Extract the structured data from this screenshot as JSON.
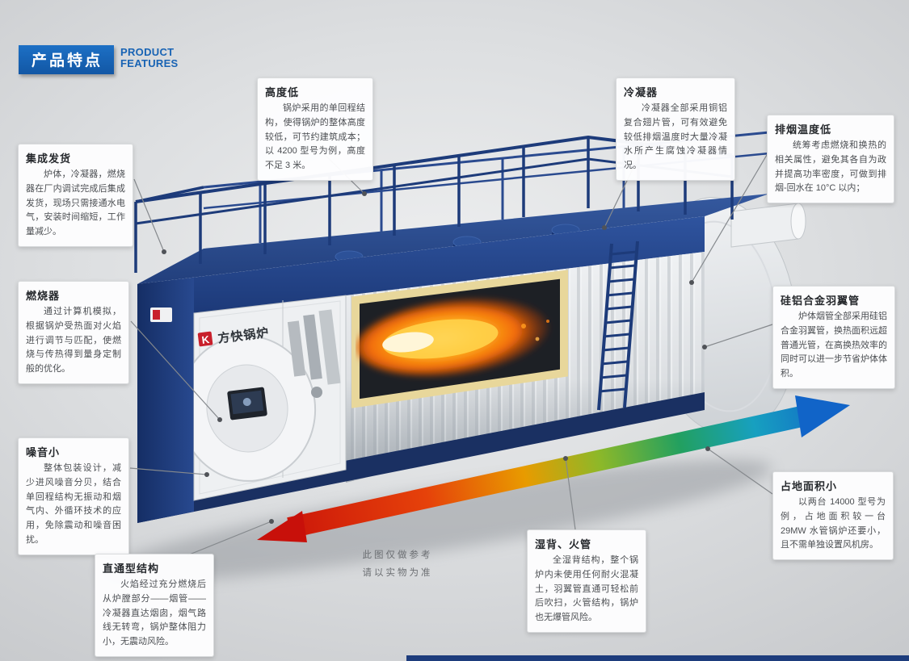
{
  "header": {
    "title_cn": "产品特点",
    "title_en_line1": "PRODUCT",
    "title_en_line2": "FEATURES"
  },
  "callouts": [
    {
      "id": "height-low",
      "title": "高度低",
      "body": "锅炉采用的单回程结构，使得锅炉的整体高度较低，可节约建筑成本；以 4200 型号为例，高度不足 3 米。"
    },
    {
      "id": "condenser",
      "title": "冷凝器",
      "body": "冷凝器全部采用铜铝复合翅片管，可有效避免较低排烟温度时大量冷凝水所产生腐蚀冷凝器情况。"
    },
    {
      "id": "exhaust-temp-low",
      "title": "排烟温度低",
      "body": "统筹考虑燃烧和换热的相关属性，避免其各自为政并提高功率密度，可做到排烟-回水在 10°C 以内；"
    },
    {
      "id": "integrated-delivery",
      "title": "集成发货",
      "body": "炉体，冷凝器，燃烧器在厂内调试完成后集成发货，现场只需接通水电气，安装时间缩短，工作量减少。"
    },
    {
      "id": "burner",
      "title": "燃烧器",
      "body": "通过计算机模拟，根据锅炉受热面对火焰进行调节与匹配，使燃烧与传热得到量身定制般的优化。"
    },
    {
      "id": "finned-tube",
      "title": "硅铝合金羽翼管",
      "body": "炉体烟管全部采用硅铝合金羽翼管，换热面积远超普通光管，在高换热效率的同时可以进一步节省炉体体积。"
    },
    {
      "id": "low-noise",
      "title": "噪音小",
      "body": "整体包装设计，减少进风噪音分贝，结合单回程结构无振动和烟气内、外循环技术的应用，免除震动和噪音困扰。"
    },
    {
      "id": "small-footprint",
      "title": "占地面积小",
      "body": "以两台 14000 型号为例，占地面积较一台 29MW 水管锅炉还要小，且不需单独设置风机房。"
    },
    {
      "id": "straight-structure",
      "title": "直通型结构",
      "body": "火焰经过充分燃烧后从炉膛部分——烟管——冷凝器直达烟囱，烟气路线无转弯，锅炉整体阻力小，无震动风险。"
    },
    {
      "id": "wet-back-fire-tube",
      "title": "湿背、火管",
      "body": "全湿背结构，整个锅炉内未使用任何耐火混凝土，羽翼管直通可轻松前后吹扫，火管结构，锅炉也无爆管风险。"
    }
  ],
  "disclaimer": {
    "line1": "此图仅做参考",
    "line2": "请以实物为准"
  },
  "illustration": {
    "brand": "方快锅炉",
    "logo_letter": "K"
  },
  "colors": {
    "accent_blue": "#1863b4",
    "deep_navy": "#1d3c7c",
    "flame_orange": "#f26a08",
    "arrow_red": "#c8100a",
    "arrow_blue": "#1164c8",
    "background_gray": "#d7d9db"
  }
}
